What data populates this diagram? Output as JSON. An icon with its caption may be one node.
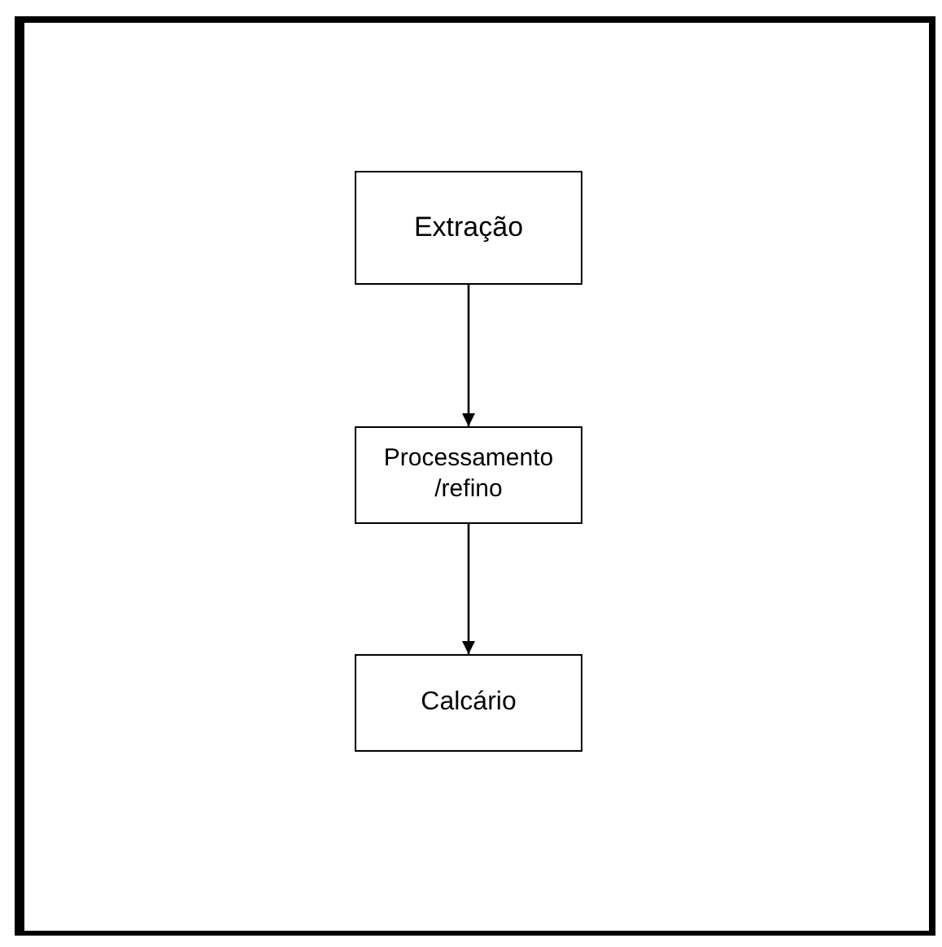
{
  "diagram": {
    "nodes": [
      {
        "text": [
          "Extração"
        ]
      },
      {
        "text": [
          "Processamento /refino"
        ]
      },
      {
        "text": [
          "Calcário"
        ]
      }
    ],
    "edges": [
      {
        "from": 0,
        "to": 1,
        "arrow": "to"
      },
      {
        "from": 1,
        "to": 2,
        "arrow": "to"
      }
    ]
  }
}
